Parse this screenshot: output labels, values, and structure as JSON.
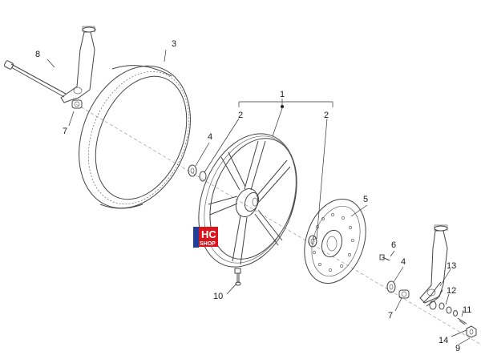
{
  "callouts": {
    "c1": "1",
    "c2a": "2",
    "c2b": "2",
    "c3": "3",
    "c4a": "4",
    "c4b": "4",
    "c5": "5",
    "c6": "6",
    "c7a": "7",
    "c7b": "7",
    "c8": "8",
    "c9": "9",
    "c10": "10",
    "c11": "11",
    "c12": "12",
    "c13": "13",
    "c14": "14"
  },
  "logo": {
    "line1": "HC",
    "line2": "SHOP",
    "colors": {
      "red": "#d8141c",
      "blue": "#1f3f9a"
    }
  }
}
